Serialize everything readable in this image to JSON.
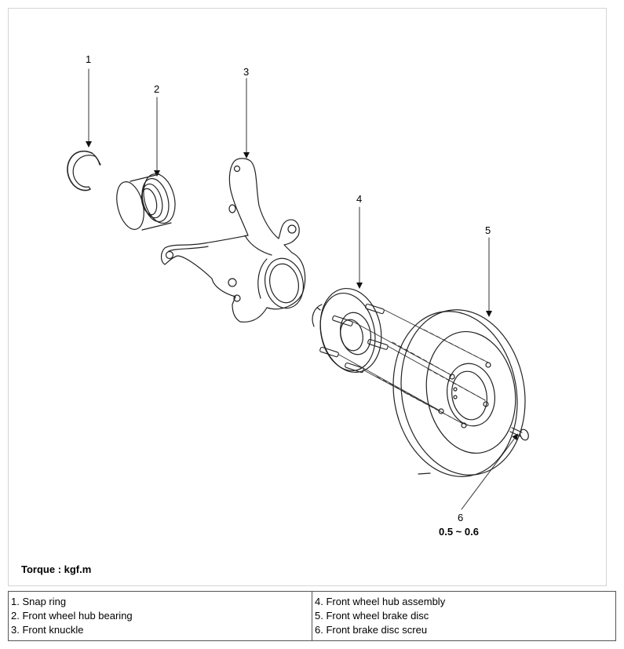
{
  "callouts": [
    "1",
    "2",
    "3",
    "4",
    "5",
    "6"
  ],
  "torque_value": "0.5 ~ 0.6",
  "torque_unit": "Torque : kgf.m",
  "legend": {
    "left": [
      "1. Snap ring",
      "2. Front wheel hub bearing",
      "3. Front knuckle"
    ],
    "right": [
      "4. Front wheel hub assembly",
      "5. Front wheel brake disc",
      "6. Front brake disc screu"
    ]
  }
}
